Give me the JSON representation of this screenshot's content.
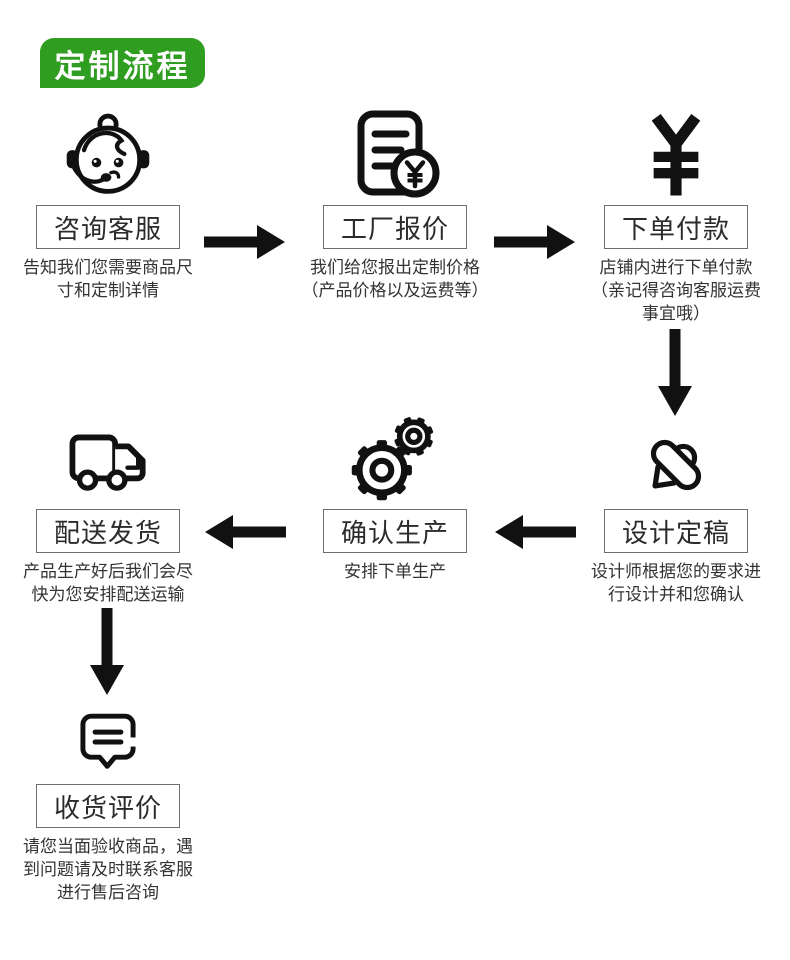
{
  "title": {
    "label": "定制流程"
  },
  "colors": {
    "badge_green": "#2f9d20",
    "ink": "#111111",
    "box_border": "#6e6e6e",
    "text": "#333333"
  },
  "steps": [
    {
      "label": "咨询客服",
      "desc": "告知我们您需要商品尺\n寸和定制详情",
      "icon": "customer-service"
    },
    {
      "label": "工厂报价",
      "desc": "我们给您报出定制价格\n（产品价格以及运费等）",
      "icon": "quote-document"
    },
    {
      "label": "下单付款",
      "desc": "店铺内进行下单付款\n（亲记得咨询客服运费\n事宜哦）",
      "icon": "yuan-sign"
    },
    {
      "label": "设计定稿",
      "desc": "设计师根据您的要求进\n行设计并和您确认",
      "icon": "design-draft"
    },
    {
      "label": "确认生产",
      "desc": "安排下单生产",
      "icon": "gears"
    },
    {
      "label": "配送发货",
      "desc": "产品生产好后我们会尽\n快为您安排配送运输",
      "icon": "truck"
    },
    {
      "label": "收货评价",
      "desc": "请您当面验收商品，遇\n到问题请及时联系客服\n进行售后咨询",
      "icon": "chat-review"
    }
  ]
}
